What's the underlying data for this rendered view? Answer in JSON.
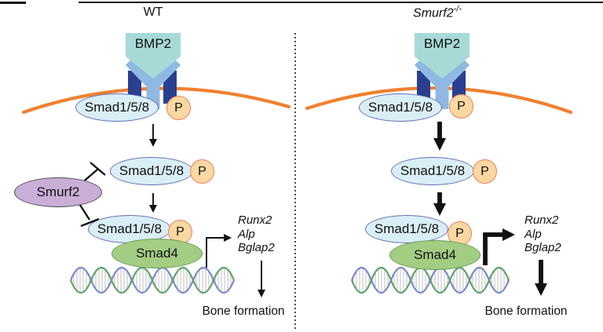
{
  "colors": {
    "membrane": "#f0812f",
    "ligand-fill": "#a7dad6",
    "receptor-arm": "#8fb9e2",
    "receptor-dark": "#2a3f8f",
    "smad-fill": "#daeef6",
    "smad-border": "#6471b6",
    "phospho-fill": "#fbd8a2",
    "phospho-border": "#ee7e5d",
    "inhibitor-fill": "#c9aed8",
    "inhibitor-border": "#4d4d4d",
    "smad4-fill": "#a3cd83",
    "smad4-border": "#679c53",
    "dna-blue": "#7b87cc",
    "dna-green": "#5fa26a",
    "hatch": "#c9c9c9"
  },
  "panels": [
    {
      "title": "WT",
      "ligand": "BMP2",
      "smad": "Smad1/5/8",
      "phospho": "P",
      "inhibitor": "Smurf2",
      "cosmad": "Smad4",
      "genes": [
        "Runx2",
        "Alp",
        "Bglap2"
      ],
      "outcome": "Bone formation"
    },
    {
      "title": "Smurf2",
      "title_superscript": "-/-",
      "ligand": "BMP2",
      "smad": "Smad1/5/8",
      "phospho": "P",
      "cosmad": "Smad4",
      "genes": [
        "Runx2",
        "Alp",
        "Bglap2"
      ],
      "outcome": "Bone formation"
    }
  ]
}
